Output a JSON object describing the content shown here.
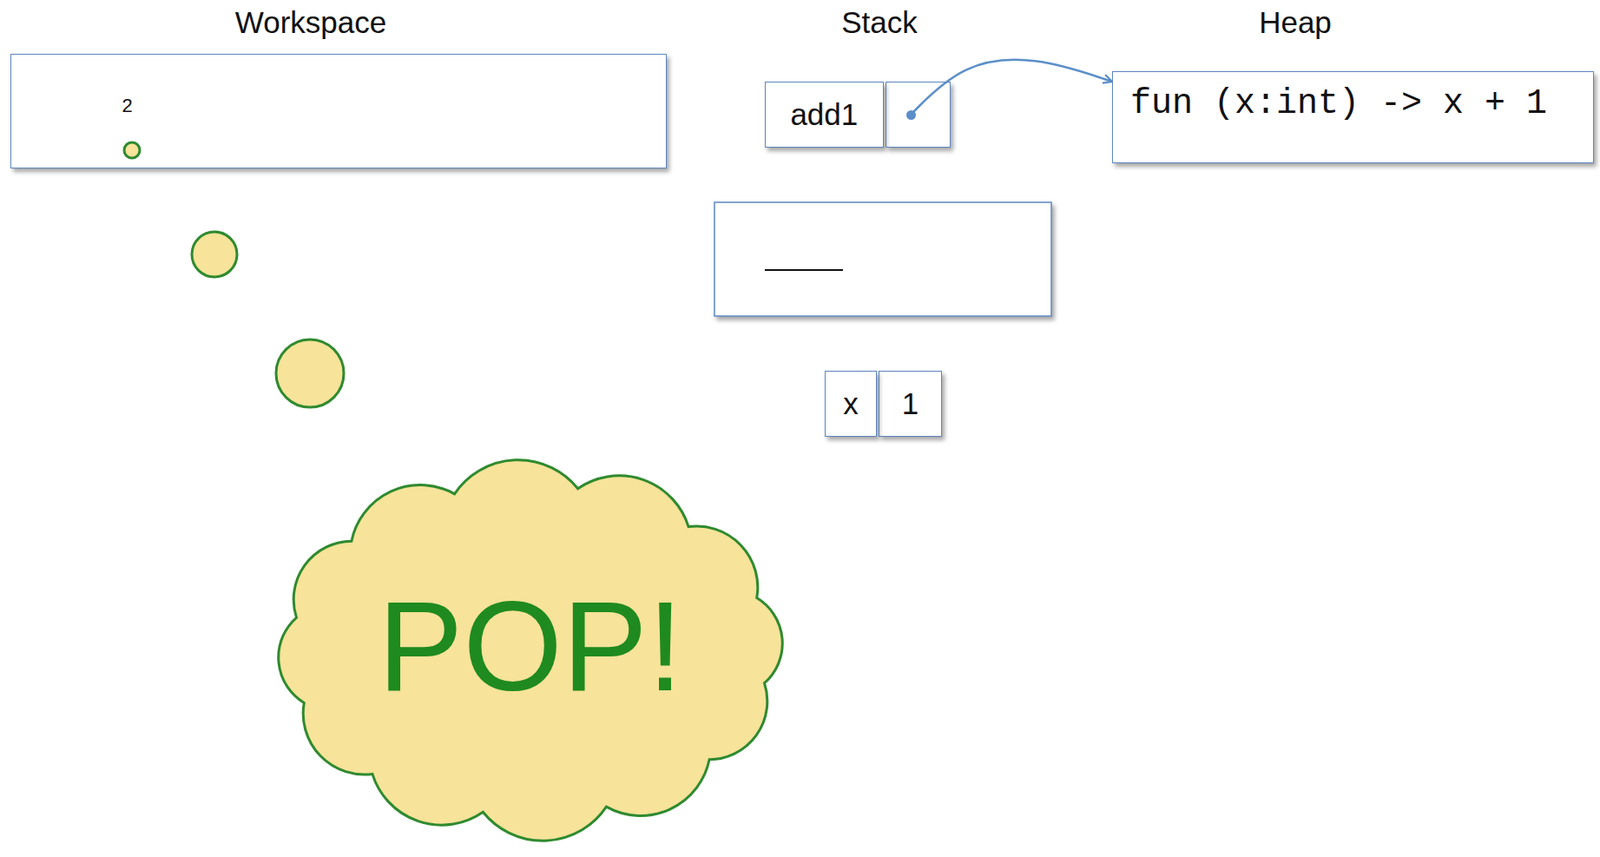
{
  "diagram": {
    "nodes": [
      {
        "text": [
          "2"
        ]
      },
      {
        "text": [
          "add1"
        ]
      },
      {
        "text": [
          "fun (x:int) -> x + 1"
        ]
      },
      {
        "text": [
          "x",
          "1"
        ]
      },
      {
        "text": [
          "POP!"
        ]
      }
    ],
    "edges": [
      {
        "from": 1,
        "to": 2,
        "arrow": "to"
      }
    ],
    "labels": [
      "Workspace",
      "Stack",
      "Heap"
    ]
  }
}
